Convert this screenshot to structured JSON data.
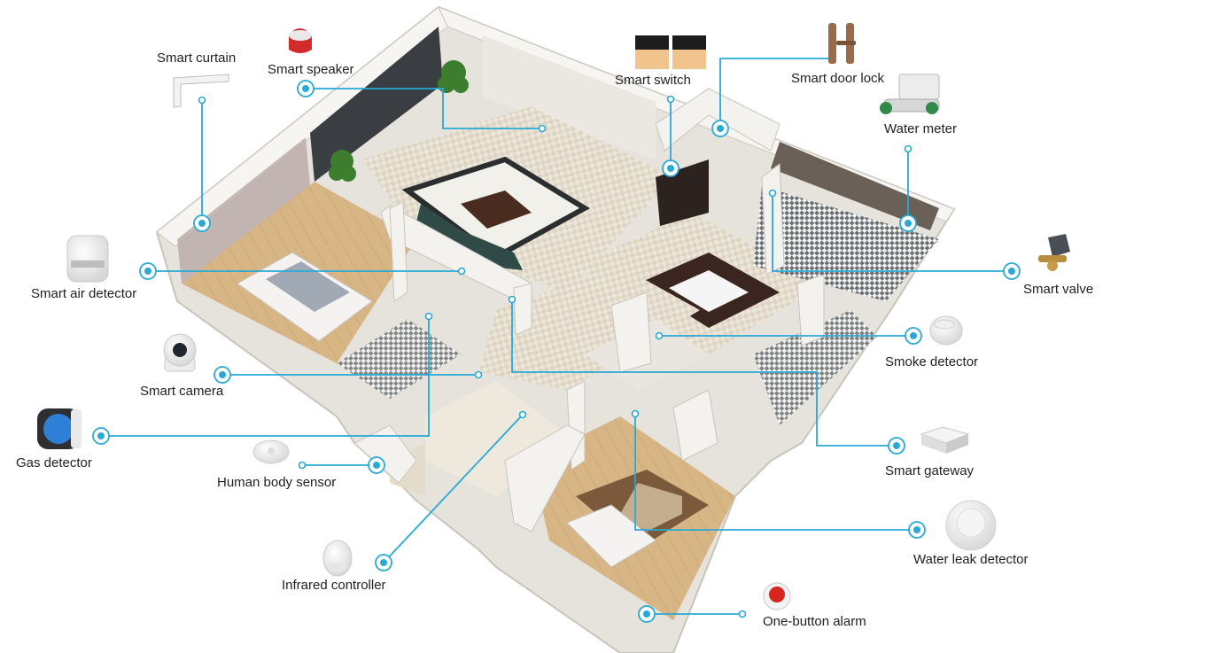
{
  "colors": {
    "connector": "#29a9d6",
    "wall": "#f4f2ee",
    "wall_edge": "#c9c4bb",
    "wood_floor": "#d9b98c",
    "tile_floor": "#ece6da",
    "rug_dark": "#2f3a3a",
    "text": "#1f1f1f"
  },
  "devices": [
    {
      "id": "smart-curtain",
      "label": "Smart curtain",
      "icon": "curtain-rail-icon"
    },
    {
      "id": "smart-speaker",
      "label": "Smart speaker",
      "icon": "speaker-icon"
    },
    {
      "id": "smart-switch",
      "label": "Smart switch",
      "icon": "wall-switch-icon"
    },
    {
      "id": "smart-door-lock",
      "label": "Smart door lock",
      "icon": "door-lock-icon"
    },
    {
      "id": "water-meter",
      "label": "Water meter",
      "icon": "water-meter-icon"
    },
    {
      "id": "smart-valve",
      "label": "Smart valve",
      "icon": "valve-icon"
    },
    {
      "id": "smoke-detector",
      "label": "Smoke detector",
      "icon": "smoke-detector-icon"
    },
    {
      "id": "smart-gateway",
      "label": "Smart gateway",
      "icon": "gateway-icon"
    },
    {
      "id": "water-leak-detector",
      "label": "Water leak detector",
      "icon": "water-leak-sensor-icon"
    },
    {
      "id": "one-button-alarm",
      "label": "One-button alarm",
      "icon": "alarm-button-icon"
    },
    {
      "id": "infrared-controller",
      "label": "Infrared controller",
      "icon": "ir-controller-icon"
    },
    {
      "id": "human-body-sensor",
      "label": "Human body sensor",
      "icon": "motion-sensor-icon"
    },
    {
      "id": "gas-detector",
      "label": "Gas detector",
      "icon": "gas-detector-icon"
    },
    {
      "id": "smart-camera",
      "label": "Smart camera",
      "icon": "camera-icon"
    },
    {
      "id": "smart-air-detector",
      "label": "Smart air detector",
      "icon": "air-detector-icon"
    }
  ]
}
